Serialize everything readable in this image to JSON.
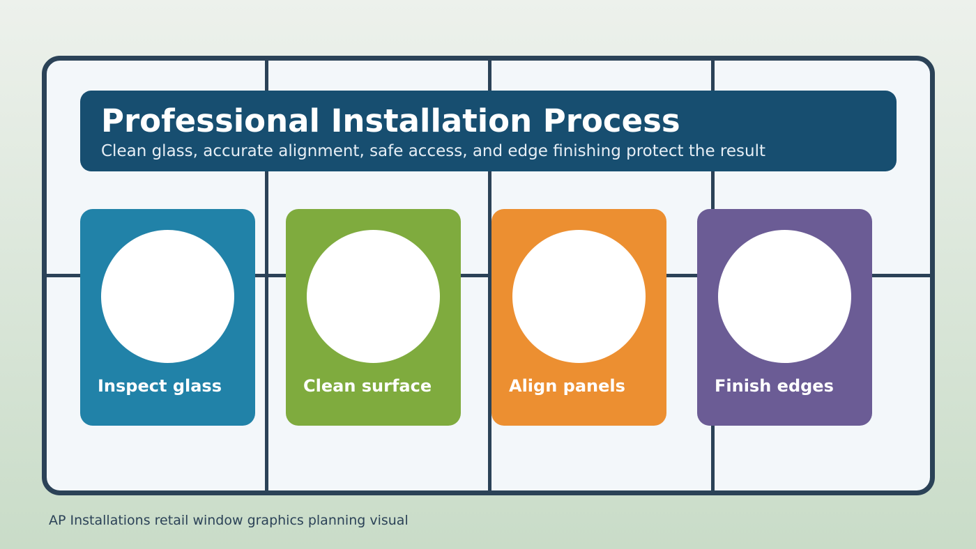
{
  "header": {
    "title": "Professional Installation Process",
    "subtitle": "Clean glass, accurate alignment, safe access, and edge finishing protect the result"
  },
  "steps": [
    {
      "label": "Inspect glass",
      "color": "#2182a8"
    },
    {
      "label": "Clean surface",
      "color": "#7fab3e"
    },
    {
      "label": "Align panels",
      "color": "#ec8f31"
    },
    {
      "label": "Finish edges",
      "color": "#6b5c95"
    }
  ],
  "footer": {
    "caption": "AP Installations retail window graphics planning visual"
  },
  "colors": {
    "frame": "#2b4257",
    "banner": "#174e70"
  }
}
